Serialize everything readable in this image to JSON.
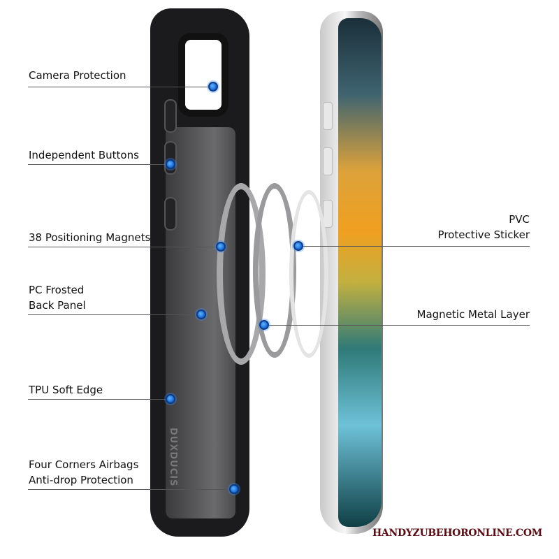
{
  "callouts_left": [
    {
      "lines": [
        "Camera Protection"
      ]
    },
    {
      "lines": [
        "Independent Buttons"
      ]
    },
    {
      "lines": [
        "38 Positioning Magnets"
      ]
    },
    {
      "lines": [
        "PC Frosted",
        "Back Panel"
      ]
    },
    {
      "lines": [
        "TPU Soft Edge"
      ]
    },
    {
      "lines": [
        "Four Corners Airbags",
        "Anti-drop Protection"
      ]
    }
  ],
  "callouts_right": [
    {
      "lines": [
        "PVC",
        "Protective Sticker"
      ]
    },
    {
      "lines": [
        "Magnetic Metal Layer"
      ]
    }
  ],
  "case_brand": "DUXDUCIS",
  "watermark": "HANDYZUBEHORONLINE.COM",
  "colors": {
    "dot": "#1466d6",
    "case": "#1b1b1d",
    "watermark": "#5a0c12"
  }
}
